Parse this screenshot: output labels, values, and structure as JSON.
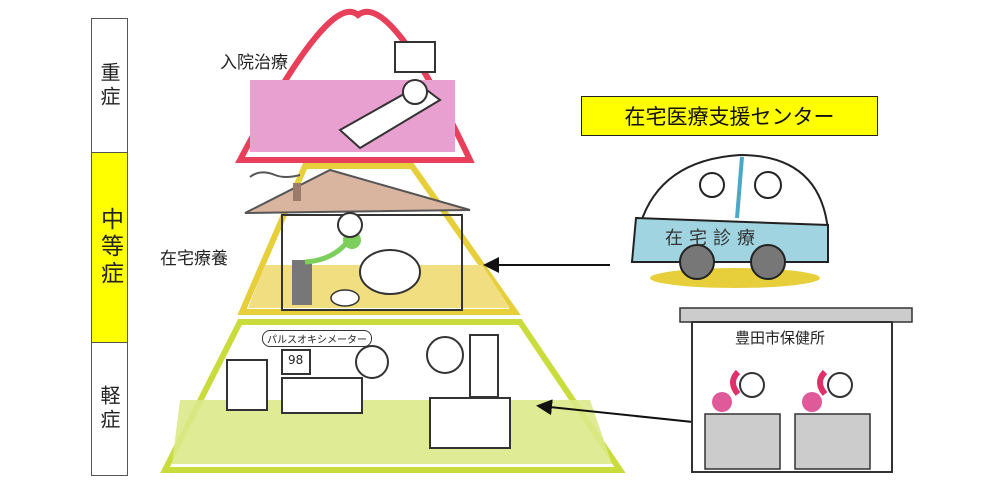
{
  "severity_scale": [
    {
      "label": "重症",
      "highlight": false
    },
    {
      "label": "中等症",
      "highlight": true
    },
    {
      "label": "軽症",
      "highlight": false
    }
  ],
  "levels": {
    "hospital": "入院治療",
    "home_care": "在宅療養"
  },
  "support_center_title": "在宅医療支援センター",
  "car_label": "在宅診療",
  "health_center_label": "豊田市保健所",
  "oximeter_label": "パルスオキシメーター",
  "oximeter_reading": "98",
  "colors": {
    "highlight": "#ffff00",
    "hospital": "#e8405a",
    "home": "#e6cf3a",
    "mild": "#c9dc3c",
    "car": "#9fd4e0"
  }
}
